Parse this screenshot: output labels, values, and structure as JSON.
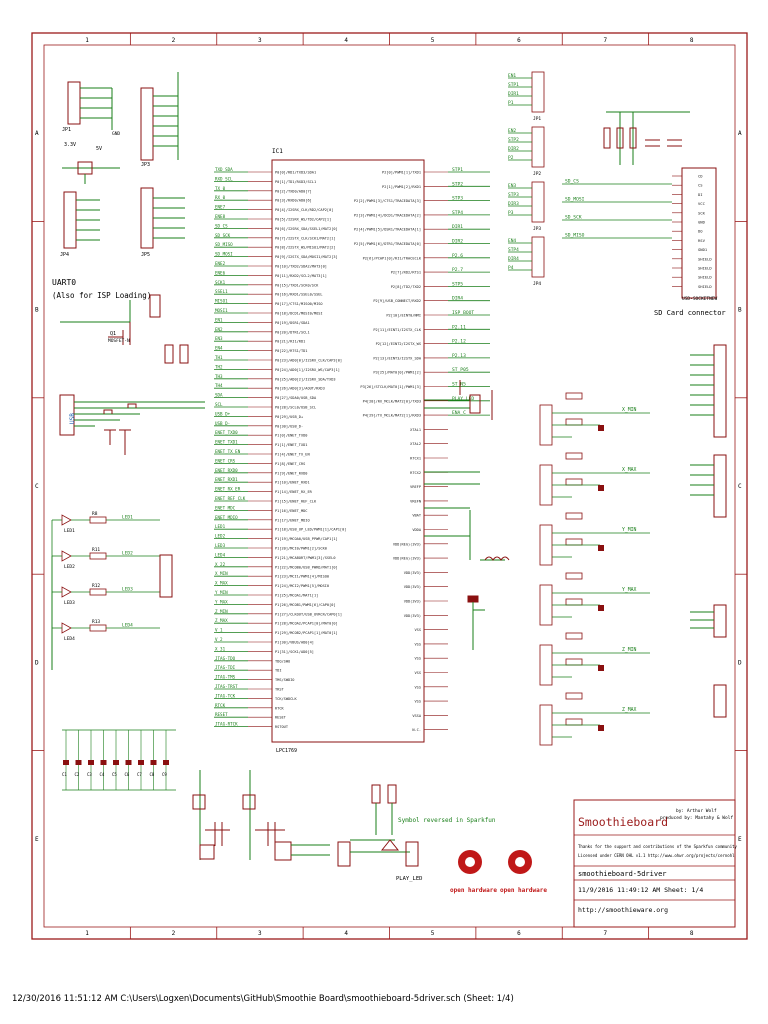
{
  "frame": {
    "columns": [
      "1",
      "2",
      "3",
      "4",
      "5",
      "6",
      "7",
      "8"
    ],
    "rows": [
      "A",
      "B",
      "C",
      "D",
      "E"
    ],
    "line_color": "#9b1b1b",
    "net_color": "#1a7f1a",
    "part_color": "#8a1010"
  },
  "headers": {
    "jp1": "JP1",
    "jp3": "JP3",
    "jp4": "JP4",
    "jp5": "JP5",
    "ic1": "IC1",
    "ic1_part": "LPC1769",
    "sd_part": "USD-SOCKETNEW",
    "uart_note_1": "UART0",
    "uart_note_2": "(Also for ISP Loading)",
    "sd_note": "SD Card connector",
    "symbol_note": "Symbol reversed in Sparkfun",
    "play_led": "PLAY_LED",
    "q1": "Q1",
    "q1_part": "MOSFET-N",
    "usb": "USB",
    "gnd": "GND",
    "v33": "3.3V",
    "v5": "5V"
  },
  "ic1_left_pins": [
    "P0[0]/RD1/TXD3/SDA1",
    "P0[1]/TD1/RXD3/SCL1",
    "P0[2]/TXD0/AD0[7]",
    "P0[3]/RXD0/AD0[6]",
    "P0[4]/I2SRX_CLK/RD2/CAP2[0]",
    "P0[5]/I2SRX_WS/TD2/CAP2[1]",
    "P0[6]/I2SRX_SDA/SSEL1/MAT2[0]",
    "P0[7]/I2STX_CLK/SCK1/MAT2[1]",
    "P0[8]/I2STX_WS/MISO1/MAT2[2]",
    "P0[9]/I2STX_SDA/MOSI1/MAT2[3]",
    "P0[10]/TXD2/SDA2/MAT3[0]",
    "P0[11]/RXD2/SCL2/MAT3[1]",
    "P0[15]/TXD1/SCK0/SCK",
    "P0[16]/RXD1/SSEL0/SSEL",
    "P0[17]/CTS1/MISO0/MISO",
    "P0[18]/DCD1/MOSI0/MOSI",
    "P0[19]/DSR1/SDA1",
    "P0[20]/DTR1/SCL1",
    "P0[21]/RI1/RD1",
    "P0[22]/RTS1/TD1",
    "P0[23]/AD0[0]/I2SRX_CLK/CAP3[0]",
    "P0[24]/AD0[1]/I2SRX_WS/CAP3[1]",
    "P0[25]/AD0[2]/I2SRX_SDA/TXD3",
    "P0[26]/AD0[3]/AOUT/RXD3",
    "P0[27]/SDA0/USB_SDA",
    "P0[28]/SCL0/USB_SCL",
    "P0[29]/USB_D+",
    "P0[30]/USB_D-",
    "P1[0]/ENET_TXD0",
    "P1[1]/ENET_TXD1",
    "P1[4]/ENET_TX_EN",
    "P1[8]/ENET_CRS",
    "P1[9]/ENET_RXD0",
    "P1[10]/ENET_RXD1",
    "P1[14]/ENET_RX_ER",
    "P1[15]/ENET_REF_CLK",
    "P1[16]/ENET_MDC",
    "P1[17]/ENET_MDIO",
    "P1[18]/USB_UP_LED/PWM1[1]/CAP1[0]",
    "P1[19]/MCOA0/USB_PPWR/CAP1[1]",
    "P1[20]/MCI0/PWM1[2]/SCK0",
    "P1[21]/MCABORT/PWM1[3]/SSEL0",
    "P1[22]/MCOB0/USB_PWRD/MAT1[0]",
    "P1[23]/MCI1/PWM1[4]/MISO0",
    "P1[24]/MCI2/PWM1[5]/MOSI0",
    "P1[25]/MCOA1/MAT1[1]",
    "P1[26]/MCOB1/PWM1[6]/CAP0[0]",
    "P1[27]/CLKOUT/USB_OVRCR/CAP0[1]",
    "P1[28]/MCOA2/PCAP1[0]/MAT0[0]",
    "P1[29]/MCOB2/PCAP1[1]/MAT0[1]",
    "P1[30]/VBUS/AD0[4]",
    "P1[31]/SCK1/AD0[5]",
    "TDO/SWO",
    "TDI",
    "TMS/SWDIO",
    "TRST",
    "TCK/SWDCLK",
    "RTCK",
    "RESET",
    "RSTOUT"
  ],
  "ic1_right_pins": [
    "P2[0]/PWM1[1]/TXD1",
    "P2[1]/PWM1[2]/RXD1",
    "P2[2]/PWM1[3]/CTS1/TRACEDATA[3]",
    "P2[3]/PWM1[4]/DCD1/TRACEDATA[2]",
    "P2[4]/PWM1[5]/DSR1/TRACEDATA[1]",
    "P2[5]/PWM1[6]/DTR1/TRACEDATA[0]",
    "P2[6]/PCAP1[0]/RI1/TRACECLK",
    "P2[7]/RD2/RTS1",
    "P2[8]/TD2/TXD2",
    "P2[9]/USB_CONNECT/RXD2",
    "P2[10]/EINT0/NMI",
    "P2[11]/EINT1/I2STX_CLK",
    "P2[12]/EINT2/I2STX_WS",
    "P2[13]/EINT3/I2STX_SDA",
    "P3[25]/MAT0[0]/PWM1[2]",
    "P3[26]/STCLK/MAT0[1]/PWM1[3]",
    "P4[28]/RX_MCLK/MAT2[0]/TXD3",
    "P4[29]/TX_MCLK/MAT2[1]/RXD3",
    "XTAL1",
    "XTAL2",
    "RTCX1",
    "RTCX2",
    "VREFP",
    "VREFN",
    "VBAT",
    "VDDA",
    "VDD(REG)(3V3)",
    "VDD(REG)(3V3)",
    "VDD(3V3)",
    "VDD(3V3)",
    "VDD(3V3)",
    "VDD(3V3)",
    "VSS",
    "VSS",
    "VSS",
    "VSS",
    "VSS",
    "VSS",
    "VSSA",
    "N.C."
  ],
  "ic1_left_nets": [
    "TXD_SDA",
    "RXD_SCL",
    "TX_0",
    "RX_0",
    "ENE7",
    "ENE8",
    "SD_CS",
    "SD_SCK",
    "SD_MISO",
    "SD_MOSI",
    "ENE2",
    "ENE6",
    "SCK1",
    "SSEL1",
    "MISO1",
    "MOSI1",
    "EN1",
    "EN2",
    "EN3",
    "EN4",
    "TH1",
    "TH2",
    "TH3",
    "TH4",
    "SDA",
    "SCL",
    "USB_D+",
    "USB_D-",
    "ENET_TXD0",
    "ENET_TXD1",
    "ENET_TX_EN",
    "ENET_CRS",
    "ENET_RXD0",
    "ENET_RXD1",
    "ENET_RX_ER",
    "ENET_REF_CLK",
    "ENET_MDC",
    "ENET_MDIO",
    "LED1",
    "LED2",
    "LED3",
    "LED4",
    "X_22",
    "X_MIN",
    "X_MAX",
    "Y_MIN",
    "Y_MAX",
    "Z_MIN",
    "Z_MAX",
    "V_1",
    "V_2",
    "X_31",
    "JTAG-TDO",
    "JTAG-TDI",
    "JTAG-TMS",
    "JTAG-TRST",
    "JTAG-TCK",
    "RTCK",
    "RESET",
    "JTAG-RTCK"
  ],
  "ic1_right_nets": [
    "STP1",
    "STP2",
    "STP3",
    "STP4",
    "DIR1",
    "DIR2",
    "P2.6",
    "P2.7",
    "STP5",
    "DIR4",
    "ISP_BOOT",
    "P2.11",
    "P2.12",
    "P2.13",
    "ST_P05",
    "ST_N5",
    "PLAY_LED",
    "ENA_C"
  ],
  "stepper_headers": [
    {
      "label": "JP1",
      "pins": [
        "EN1",
        "STP1",
        "DIR1",
        "P1"
      ]
    },
    {
      "label": "JP2",
      "pins": [
        "EN2",
        "STP2",
        "DIR2",
        "P2"
      ]
    },
    {
      "label": "JP3",
      "pins": [
        "EN3",
        "STP3",
        "DIR3",
        "P3"
      ]
    },
    {
      "label": "JP4",
      "pins": [
        "EN4",
        "STP4",
        "DIR4",
        "P4"
      ]
    }
  ],
  "sd_pins": [
    "CD",
    "CS",
    "DI",
    "VCC",
    "SCK",
    "GND",
    "DO",
    "RSV",
    "GND1",
    "SHIELD",
    "SHIELD",
    "SHIELD",
    "SHIELD"
  ],
  "sd_nets": [
    "SD_CS",
    "SD_MOSI",
    "SD_SCK",
    "SD_MISO"
  ],
  "leds": [
    {
      "ref": "LED1",
      "res": "R8"
    },
    {
      "ref": "LED2",
      "res": "R11"
    },
    {
      "ref": "LED3",
      "res": "R12"
    },
    {
      "ref": "LED4",
      "res": "R13"
    }
  ],
  "endstops": [
    "X_MIN",
    "X_MAX",
    "Y_MIN",
    "Y_MAX",
    "Z_MIN",
    "Z_MAX"
  ],
  "caps_row": [
    "C1",
    "C2",
    "C3",
    "C4",
    "C5",
    "C6",
    "C7",
    "C8",
    "C9"
  ],
  "title_block": {
    "logo_text": "Smoothieboard",
    "design_by_1": "by: Arthur Wolf",
    "design_by_2": "produced by: Mantahy & Wolf",
    "thanks": "Thanks for the support and contributions of the Sparkfun community",
    "license": "Licensed under CERN OHL v1.1 http://www.ohwr.org/projects/cernohl",
    "board_name": "smoothieboard-5driver",
    "date_line": "11/9/2016 11:49:12 AM  Sheet: 1/4",
    "url": "http://smoothieware.org"
  },
  "oshw": [
    "open hardware",
    "open hardware"
  ],
  "footer": "12/30/2016 11:51:12 AM  C:\\Users\\Logxen\\Documents\\GitHub\\Smoothie Board\\smoothieboard-5driver.sch (Sheet: 1/4)"
}
